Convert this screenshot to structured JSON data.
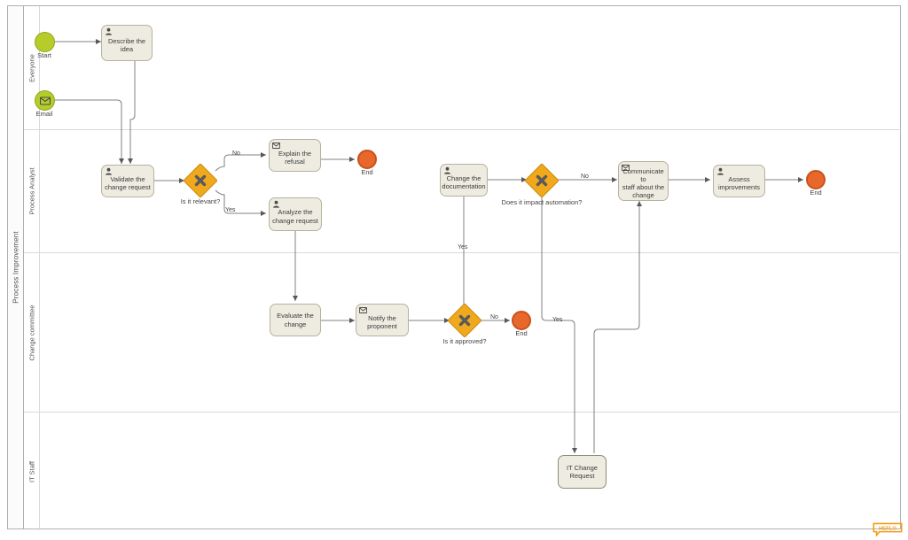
{
  "diagram": {
    "type": "bpmn-process-diagram",
    "pool": {
      "name": "Process Improvement"
    },
    "lanes": [
      {
        "id": "everyone",
        "name": "Everyone"
      },
      {
        "id": "analyst",
        "name": "Process Analyst"
      },
      {
        "id": "committee",
        "name": "Change committee"
      },
      {
        "id": "itstaff",
        "name": "IT Staff"
      }
    ],
    "colors": {
      "start_event_fill": "#b5cc2a",
      "end_event_fill": "#e8682c",
      "gateway_fill": "#f0a81c",
      "task_fill": "#eeece1",
      "task_border": "#b6b29d",
      "connector": "#595959",
      "lane_border": "#b0b0b0",
      "watermark": "#f39c12"
    },
    "events": [
      {
        "id": "start",
        "kind": "start-event",
        "label": "Start",
        "icon": "none",
        "lane": "everyone"
      },
      {
        "id": "email",
        "kind": "message-start-event",
        "label": "Email",
        "icon": "envelope-icon",
        "lane": "everyone"
      },
      {
        "id": "end1",
        "kind": "end-event",
        "label": "End",
        "icon": "none",
        "lane": "analyst"
      },
      {
        "id": "end2",
        "kind": "end-event",
        "label": "End",
        "icon": "none",
        "lane": "analyst"
      },
      {
        "id": "end3",
        "kind": "end-event",
        "label": "End",
        "icon": "none",
        "lane": "committee"
      }
    ],
    "tasks": [
      {
        "id": "describe",
        "label": "Describe the idea",
        "icon": "user-icon",
        "lane": "everyone"
      },
      {
        "id": "validate",
        "label": "Validate the\nchange request",
        "icon": "user-icon",
        "lane": "analyst"
      },
      {
        "id": "refusal",
        "label": "Explain the refusal",
        "icon": "envelope-icon",
        "lane": "analyst"
      },
      {
        "id": "analyze",
        "label": "Analyze the\nchange request",
        "icon": "user-icon",
        "lane": "analyst"
      },
      {
        "id": "changedoc",
        "label": "Change the\ndocumentation",
        "icon": "user-icon",
        "lane": "analyst"
      },
      {
        "id": "communicate",
        "label": "Communicate to\nstaff about the\nchange",
        "icon": "envelope-icon",
        "lane": "analyst"
      },
      {
        "id": "assess",
        "label": "Assess\nimprovements",
        "icon": "user-icon",
        "lane": "analyst"
      },
      {
        "id": "evaluate",
        "label": "Evaluate the\nchange",
        "icon": "none",
        "lane": "committee"
      },
      {
        "id": "notify",
        "label": "Notify the\nproponent",
        "icon": "envelope-icon",
        "lane": "committee"
      },
      {
        "id": "itchange",
        "label": "IT Change\nRequest",
        "icon": "none",
        "lane": "itstaff",
        "subprocess": true
      }
    ],
    "gateways": [
      {
        "id": "gw_relevant",
        "kind": "exclusive-gateway",
        "label": "Is it relevant?",
        "lane": "analyst"
      },
      {
        "id": "gw_impact",
        "kind": "exclusive-gateway",
        "label": "Does it impact automation?",
        "lane": "analyst"
      },
      {
        "id": "gw_approved",
        "kind": "exclusive-gateway",
        "label": "Is it approved?",
        "lane": "committee"
      }
    ],
    "flow_labels": [
      {
        "id": "f_rel_no",
        "text": "No",
        "from": "gw_relevant",
        "to": "refusal"
      },
      {
        "id": "f_rel_yes",
        "text": "Yes",
        "from": "gw_relevant",
        "to": "analyze"
      },
      {
        "id": "f_app_no",
        "text": "No",
        "from": "gw_approved",
        "to": "end3"
      },
      {
        "id": "f_app_yes",
        "text": "Yes",
        "from": "gw_approved",
        "to": "changedoc"
      },
      {
        "id": "f_imp_no",
        "text": "No",
        "from": "gw_impact",
        "to": "communicate"
      },
      {
        "id": "f_imp_yes",
        "text": "Yes",
        "from": "gw_impact",
        "to": "itchange"
      }
    ],
    "watermark": {
      "text": "HEFLO"
    }
  }
}
